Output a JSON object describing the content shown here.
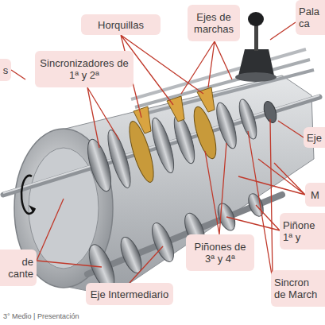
{
  "diagram": {
    "nodes": [
      {
        "text": [
          "Horquillas"
        ]
      },
      {
        "text": [
          "Ejes de marchas"
        ]
      },
      {
        "text": [
          "Pala ca"
        ]
      },
      {
        "text": [
          "s"
        ]
      },
      {
        "text": [
          "Sincronizadores de 1ª y 2ª"
        ]
      },
      {
        "text": [
          "Eje"
        ]
      },
      {
        "text": [
          "M"
        ]
      },
      {
        "text": [
          "Piñone 1ª y"
        ]
      },
      {
        "text": [
          "Piñones de 3ª y 4ª"
        ]
      },
      {
        "text": [
          "de cante"
        ]
      },
      {
        "text": [
          "Sincron de March"
        ]
      },
      {
        "text": [
          "Eje Intermediario"
        ]
      }
    ],
    "labels": [
      "3° Medio | Presentación"
    ]
  }
}
